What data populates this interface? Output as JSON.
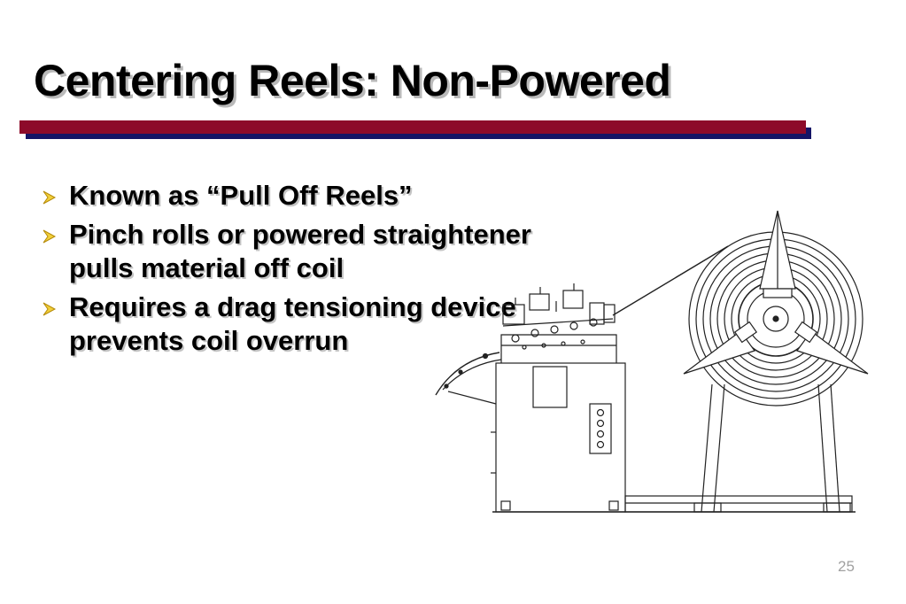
{
  "slide": {
    "title": "Centering Reels: Non-Powered",
    "bullets": [
      {
        "text": "Known as “Pull Off Reels”"
      },
      {
        "text": "Pinch rolls or powered straightener pulls material off coil"
      },
      {
        "text": "Requires a drag tensioning device prevents coil overrun"
      }
    ],
    "page_number": "25"
  },
  "colors": {
    "accent_bar": "#8d0b2a",
    "shadow_bar": "#141466",
    "bullet_arrow": "#f1cf3a"
  },
  "icons": {
    "bullet": "arrow-bullet-icon",
    "illustration": "straightener-and-coil-reel-drawing"
  }
}
